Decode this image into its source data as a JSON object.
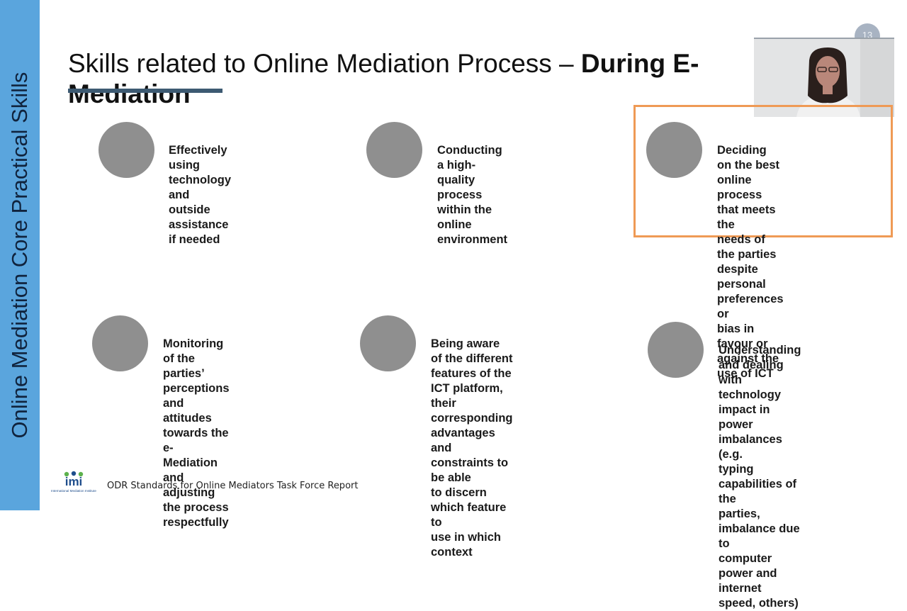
{
  "sidebar": {
    "label": "Online Mediation Core Practical Skills"
  },
  "slide": {
    "title_regular": "Skills related to Online Mediation Process – ",
    "title_bold": "During E-Mediation",
    "page_number": "13"
  },
  "skills": [
    {
      "text": "Effectively using\ntechnology and outside\nassistance if needed"
    },
    {
      "text": "Conducting a high-quality\nprocess within the online\nenvironment"
    },
    {
      "text": "Deciding on the best online\nprocess that meets the\nneeds of the parties despite\npersonal preferences or\nbias in favour or against the\nuse of ICT"
    },
    {
      "text": "Monitoring of the\nparties’ perceptions and\nattitudes towards the e-\nMediation and\nadjusting the process\nrespectfully"
    },
    {
      "text": "Being aware of the different\nfeatures of the ICT platform,\ntheir corresponding\nadvantages\nand constraints to be able\nto discern which feature to\nuse in which context"
    },
    {
      "text": "Understanding and dealing\nwith technology impact in\npower imbalances (e.g.\ntyping capabilities of the\nparties, imbalance due to\ncomputer power and\ninternet speed, others)"
    }
  ],
  "footer": {
    "logo_letters": "imi",
    "logo_caption": "International Mediation Institute",
    "text": "ODR Standards for Online Mediators Task Force Report"
  },
  "colors": {
    "sidebar": "#5aa5dd",
    "highlight_border": "#ef9a55",
    "circle": "#8f8f8f",
    "logo_blue": "#1f4e8c",
    "logo_green": "#5db14d"
  }
}
